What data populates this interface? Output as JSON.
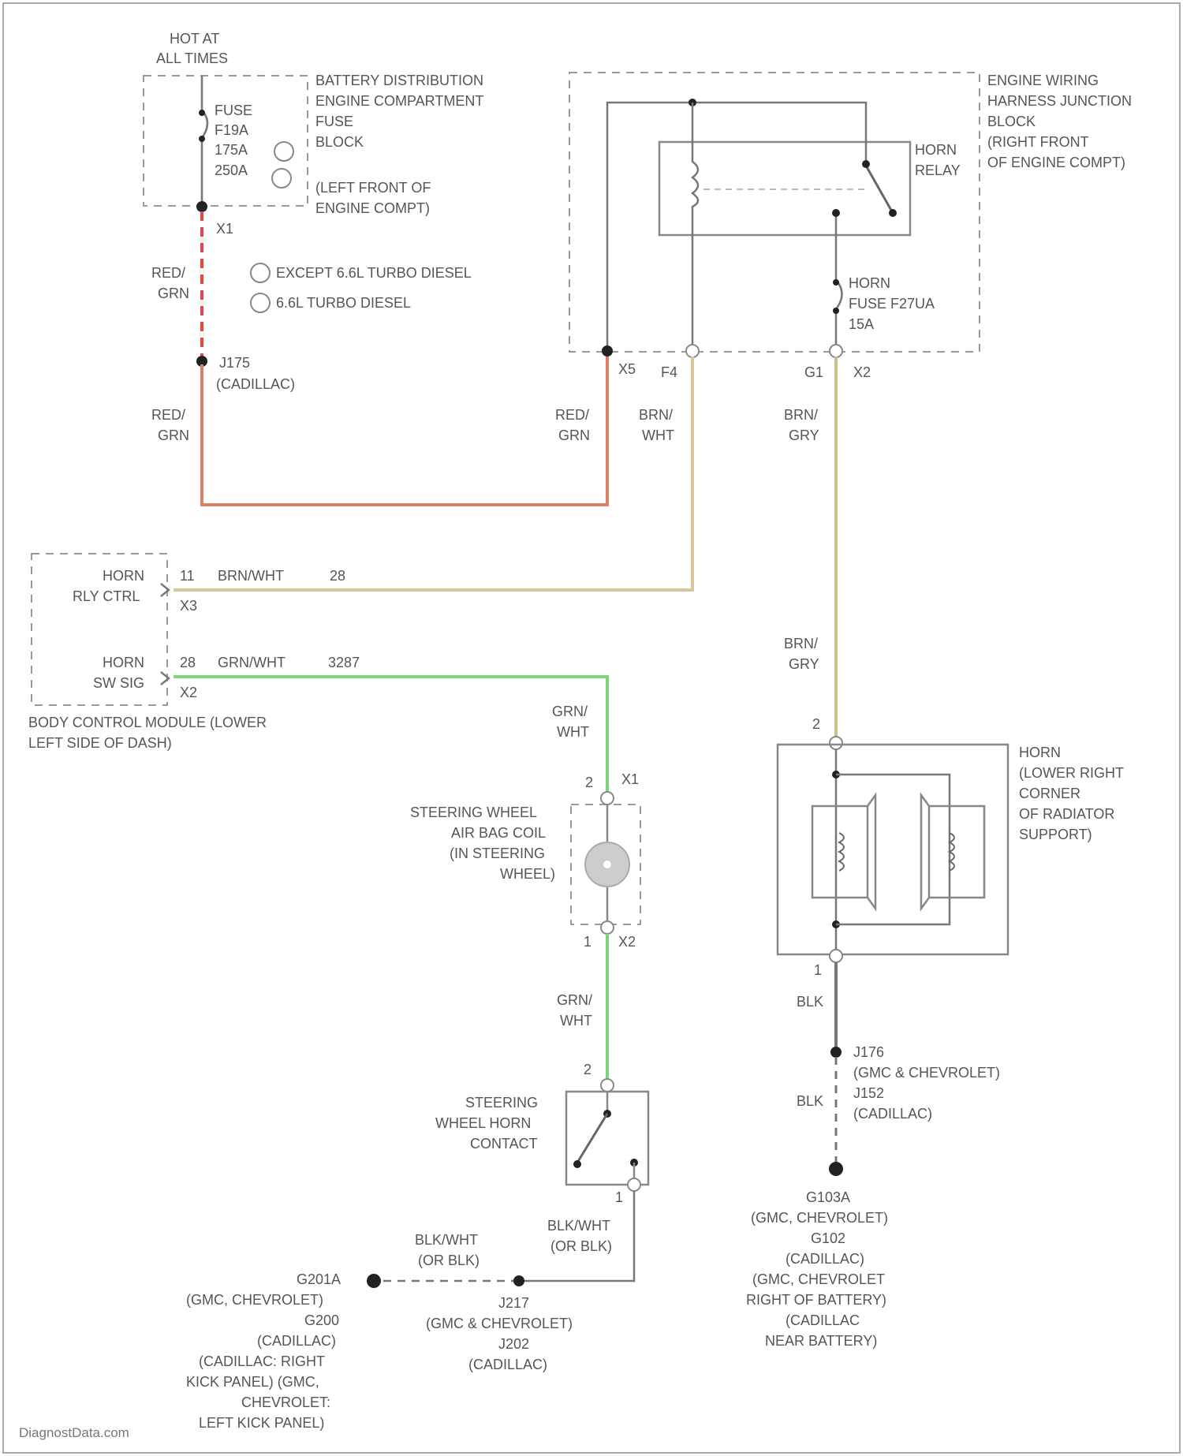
{
  "labels": {
    "hot": [
      "HOT AT",
      "ALL TIMES"
    ],
    "battery_block": [
      "BATTERY DISTRIBUTION",
      "ENGINE COMPARTMENT",
      "FUSE",
      "BLOCK",
      "",
      "(LEFT FRONT OF",
      "ENGINE COMPT)"
    ],
    "fuse_main": [
      "FUSE",
      "F19A",
      "175A",
      "250A"
    ],
    "fuse_notes": [
      "EXCEPT 6.6L TURBO DIESEL",
      "6.6L TURBO DIESEL"
    ],
    "x1": "X1",
    "j175": [
      "J175",
      "(CADILLAC)"
    ],
    "wire_red_grn": [
      "RED/",
      "GRN"
    ],
    "wire_brn_wht": [
      "BRN/",
      "WHT"
    ],
    "wire_brn_gry": [
      "BRN/",
      "GRY"
    ],
    "wire_grn_wht": [
      "GRN/",
      "WHT"
    ],
    "jb_block": [
      "ENGINE WIRING",
      "HARNESS JUNCTION",
      "BLOCK",
      "(RIGHT FRONT",
      "OF ENGINE COMPT)"
    ],
    "horn_relay": [
      "HORN",
      "RELAY"
    ],
    "horn_fuse": [
      "HORN",
      "FUSE F27UA",
      "15A"
    ],
    "jb_pins": [
      "X5",
      "F4",
      "G1",
      "X2"
    ],
    "bcm_rly": [
      "HORN",
      "RLY CTRL"
    ],
    "bcm_rly_pins": [
      "11",
      "BRN/WHT",
      "28",
      "X3"
    ],
    "bcm_sw": [
      "HORN",
      "SW SIG"
    ],
    "bcm_sw_pins": [
      "28",
      "GRN/WHT",
      "3287",
      "X2"
    ],
    "bcm": [
      "BODY CONTROL MODULE (LOWER",
      "LEFT SIDE OF DASH)"
    ],
    "coil": [
      "STEERING WHEEL",
      "AIR BAG COIL",
      "(IN STEERING",
      "WHEEL)"
    ],
    "coil_pins": [
      "2",
      "X1",
      "1",
      "X2"
    ],
    "horn_contact": [
      "STEERING",
      "WHEEL HORN",
      "CONTACT"
    ],
    "contact_pins": [
      "2",
      "1"
    ],
    "horn": [
      "HORN",
      "(LOWER RIGHT",
      "CORNER",
      "OF RADIATOR",
      "SUPPORT)"
    ],
    "horn_pins": [
      "2",
      "1"
    ],
    "blk": "BLK",
    "blk2": "BLK",
    "j176": [
      "J176",
      "(GMC & CHEVROLET)",
      "J152",
      "(CADILLAC)"
    ],
    "g103": [
      "G103A",
      "(GMC, CHEVROLET)",
      "G102",
      "(CADILLAC)",
      "(GMC, CHEVROLET",
      "RIGHT OF BATTERY)",
      "(CADILLAC",
      "NEAR BATTERY)"
    ],
    "blk_wht_left": [
      "BLK/WHT",
      "(OR BLK)"
    ],
    "blk_wht_right": [
      "BLK/WHT",
      "(OR BLK)"
    ],
    "g201": [
      "G201A",
      "(GMC, CHEVROLET)",
      "G200",
      "(CADILLAC)",
      "(CADILLAC: RIGHT",
      "KICK PANEL) (GMC,",
      "CHEVROLET:",
      "LEFT KICK PANEL)"
    ],
    "j217": [
      "J217",
      "(GMC & CHEVROLET)",
      "J202",
      "(CADILLAC)"
    ],
    "footer": "DiagnostData.com"
  },
  "colors": {
    "red_grn_dashed": "#e24a4a",
    "red_grn": "#e07f68",
    "brn_wht": "#d8c79a",
    "brn_gry": "#c8c08a",
    "grn_wht": "#7fd47a",
    "blk": "#777777"
  }
}
